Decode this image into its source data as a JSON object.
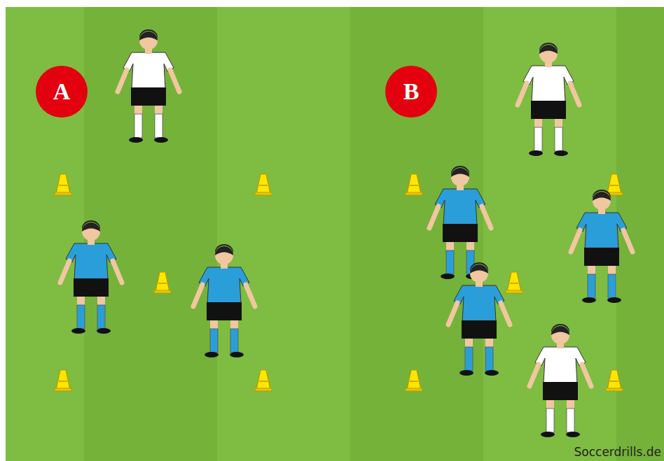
{
  "diagram": {
    "nodes": [
      {
        "text": [
          "A"
        ]
      },
      {
        "text": [
          "B"
        ]
      }
    ],
    "labels": [
      "Soccerdrills.de"
    ]
  }
}
